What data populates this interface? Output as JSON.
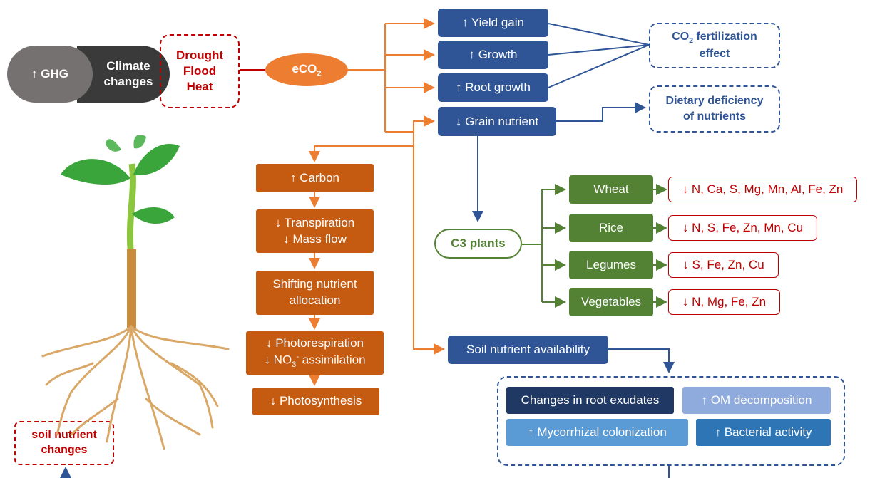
{
  "ghg": "↑ GHG",
  "climate": [
    "Climate",
    "changes"
  ],
  "stress": [
    "Drought",
    "Flood",
    "Heat"
  ],
  "eco2": {
    "base": "eCO",
    "sub": "2"
  },
  "effects": [
    "↑  Yield gain",
    "↑ Growth",
    "↑ Root growth",
    "↓ Grain nutrient"
  ],
  "fertilization": {
    "line1_base": "CO",
    "line1_sub": "2",
    "line1_rest": " fertilization",
    "line2": "effect"
  },
  "dietary": [
    "Dietary deficiency",
    "of nutrients"
  ],
  "orange_chain": {
    "carbon": "↑ Carbon",
    "transpiration": [
      "↓ Transpiration",
      "↓ Mass flow"
    ],
    "shifting": [
      "Shifting nutrient",
      "allocation"
    ],
    "photorespiration": "↓ Photorespiration",
    "no3": {
      "prefix": "↓ NO",
      "sub": "3",
      "sup": "-",
      "suffix": " assimilation"
    },
    "photosynthesis": "↓ Photosynthesis"
  },
  "c3": "C3 plants",
  "crops": [
    {
      "name": "Wheat",
      "nutrients": "↓ N, Ca, S, Mg, Mn, Al, Fe, Zn"
    },
    {
      "name": "Rice",
      "nutrients": "↓ N, S, Fe, Zn, Mn, Cu"
    },
    {
      "name": "Legumes",
      "nutrients": "↓  S, Fe, Zn, Cu"
    },
    {
      "name": "Vegetables",
      "nutrients": "↓ N, Mg, Fe, Zn"
    }
  ],
  "soil_availability": "Soil nutrient availability",
  "soil_factors": [
    "Changes in root exudates",
    "↑ OM decomposition",
    "↑ Mycorrhizal colonization",
    "↑ Bacterial activity"
  ],
  "soil_changes": [
    "soil nutrient",
    "changes"
  ],
  "colors": {
    "blue": "#2f5597",
    "orange": "#c55a11",
    "green": "#548235",
    "red": "#c00000",
    "connector": "#ed7d31"
  }
}
